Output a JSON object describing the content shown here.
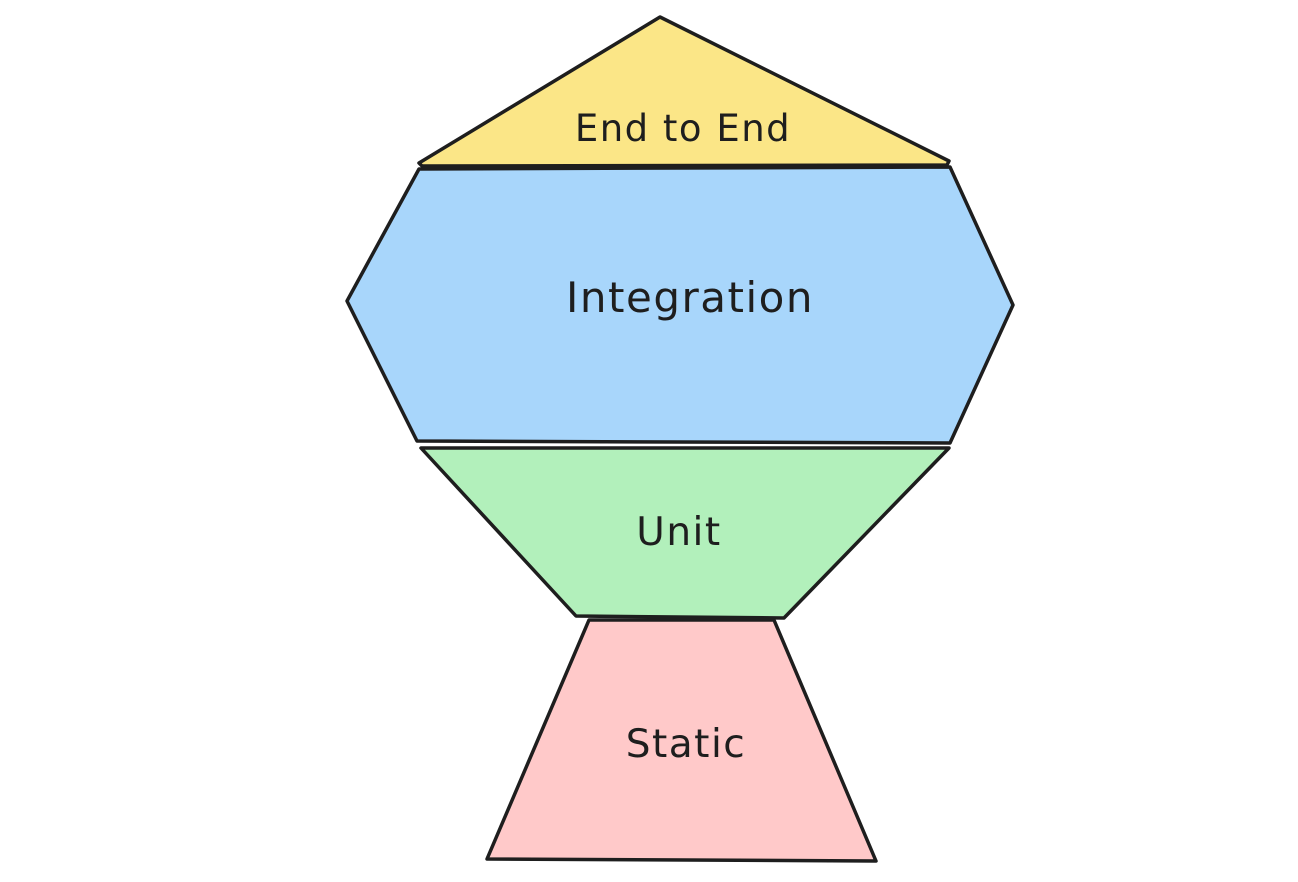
{
  "diagram": {
    "background": "#ffffff",
    "stroke": "#1e1e1e",
    "levels": [
      {
        "label": "End to End",
        "fill": "#fbe687"
      },
      {
        "label": "Integration",
        "fill": "#a8d6fb"
      },
      {
        "label": "Unit",
        "fill": "#b2f0bb"
      },
      {
        "label": "Static",
        "fill": "#ffc9c9"
      }
    ]
  }
}
